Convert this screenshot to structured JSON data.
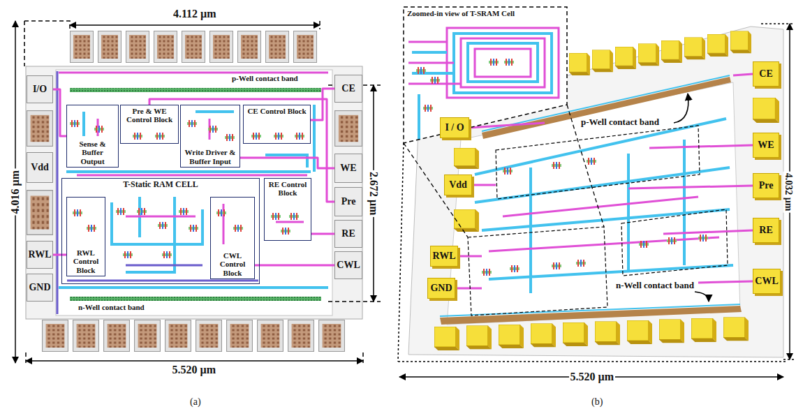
{
  "diagram": {
    "nodes": [
      {
        "text": [
          "I/O"
        ]
      },
      {
        "text": [
          "CE"
        ]
      },
      {
        "text": [
          "Pre & WE Control Block"
        ]
      },
      {
        "text": [
          "CE Control Block"
        ]
      },
      {
        "text": [
          "Sense & Buffer Output"
        ]
      },
      {
        "text": [
          "Write Driver & Buffer Input"
        ]
      },
      {
        "text": [
          "Vdd"
        ]
      },
      {
        "text": [
          "WE"
        ]
      },
      {
        "text": [
          "T-Static RAM CELL"
        ]
      },
      {
        "text": [
          "RE Control Block"
        ]
      },
      {
        "text": [
          "Pre"
        ]
      },
      {
        "text": [
          "RE"
        ]
      },
      {
        "text": [
          "RWL Control Block"
        ],
        "in": 8
      },
      {
        "text": [
          "RWL"
        ]
      },
      {
        "text": [
          "CWL Control Block"
        ],
        "in": 8
      },
      {
        "text": [
          "CWL"
        ]
      },
      {
        "text": [
          "GND"
        ]
      },
      {
        "text": [
          "CE"
        ]
      },
      {
        "text": [
          "I / O"
        ]
      },
      {
        "text": [
          "WE"
        ]
      },
      {
        "text": [
          "Vdd"
        ]
      },
      {
        "text": [
          "Pre"
        ]
      },
      {
        "text": [
          "RE"
        ]
      },
      {
        "text": [
          "RWL"
        ]
      },
      {
        "text": [
          "CWL"
        ]
      },
      {
        "text": [
          "GND"
        ]
      }
    ],
    "edges": [
      {
        "from": 0,
        "to": 4,
        "arrow": "none"
      },
      {
        "from": 1,
        "to": 3,
        "arrow": "none"
      },
      {
        "from": 7,
        "to": 5,
        "arrow": "none"
      },
      {
        "from": 10,
        "to": 2,
        "arrow": "none"
      },
      {
        "from": 11,
        "to": 9,
        "arrow": "none"
      },
      {
        "from": 13,
        "to": 12,
        "arrow": "none"
      },
      {
        "from": 15,
        "to": 14,
        "arrow": "none"
      }
    ],
    "labels": [
      "4.112 µm",
      "4.016 µm",
      "p-Well contact band",
      "2.672 µm",
      "n-Well contact band",
      "5.520 µm",
      "(a)",
      "Zoomed-in view of T-SRAM Cell",
      "p-Well contact band",
      "4.032 µm",
      "n-Well contact band",
      "5.520 µm",
      "(b)"
    ]
  }
}
